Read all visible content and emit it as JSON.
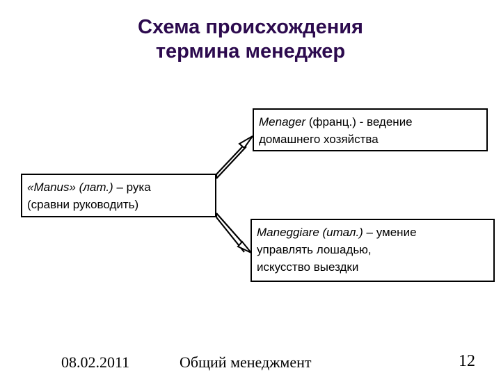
{
  "slide": {
    "title_line1": "Схема происхождения",
    "title_line2": "термина менеджер",
    "title_color": "#2c0a4e",
    "background_color": "#ffffff"
  },
  "boxes": {
    "left": {
      "name": "manus-box",
      "line1_italic": "«Manus» (лат.)",
      "line1_rest": " – рука",
      "line2": "(сравни руководить)"
    },
    "menager": {
      "name": "menager-box",
      "line1_italic": "Menager",
      "line1_rest": " (франц.) - ведение",
      "line2": "домашнего хозяйства"
    },
    "maneggiare": {
      "name": "maneggiare-box",
      "line1_italic": "Maneggiare (итал.)",
      "line1_rest": " – умение",
      "line2": "управлять лошадью,",
      "line3": "искусство выездки"
    }
  },
  "connectors": {
    "arrow_up_label": "arrow-to-menager",
    "arrow_down_label": "arrow-to-maneggiare",
    "stroke_color": "#000000"
  },
  "footer": {
    "date": "08.02.2011",
    "center": "Общий менеджмент",
    "page": "12"
  }
}
